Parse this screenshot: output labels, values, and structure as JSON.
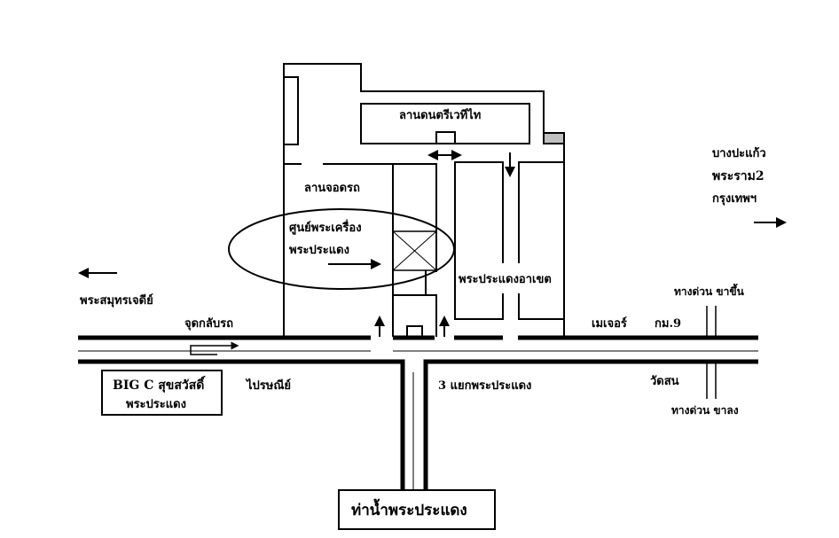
{
  "labels": {
    "music_stage": "ลานดนตรีเวทีไท",
    "parking": "ลานจอดรถ",
    "amulet_center_line1": "ศูนย์พระเครื่อง",
    "amulet_center_line2": "พระประแดง",
    "arcade": "พระประแดงอาเขต",
    "samut_chedi": "พระสมุทรเจดีย์",
    "u_turn": "จุดกลับรถ",
    "bigc_line1": "BIG C สุขสวัสดิ์",
    "bigc_line2": "พระประแดง",
    "post_office": "ไปรษณีย์",
    "junction": "3 แยกพระประแดง",
    "major": "เมเจอร์",
    "km9": "กม.9",
    "expressway_up": "ทางด่วน ขาขึ้น",
    "wat_son": "วัดสน",
    "expressway_down": "ทางด่วน ขาลง",
    "dest_line1": "บางปะแก้ว",
    "dest_line2": "พระราม2",
    "dest_line3": "กรุงเทพฯ",
    "pier": "ท่าน้ำพระประแดง"
  },
  "colors": {
    "line": "#000000",
    "marker": "#c0c0c0"
  }
}
